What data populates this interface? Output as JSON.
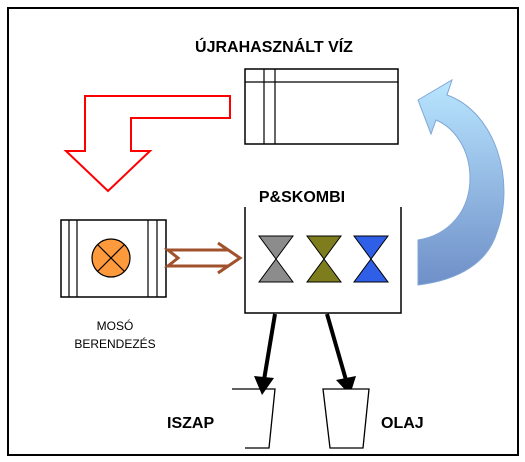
{
  "labels": {
    "recycled_water": "ÚJRAHASZNÁLT VÍZ",
    "unit_name": "P&SKOMBI",
    "washer_line1": "MOSÓ",
    "washer_line2": "BERENDEZÉS",
    "sludge": "ISZAP",
    "oil": "OLAJ"
  },
  "colors": {
    "frame": "#000000",
    "red_arrow": "#ff0000",
    "brown_arrow": "#a0522d",
    "blue_arrow_light": "#b7e3ff",
    "blue_arrow_dark": "#6a8fc6",
    "pump_fill": "#ff9a3c",
    "valve_gray": "#8c8c8c",
    "valve_olive": "#7d7d1e",
    "valve_blue": "#2f5fe6"
  },
  "icons": {
    "washer": "pump-icon",
    "valves": [
      "valve-icon",
      "valve-icon",
      "valve-icon"
    ],
    "containers": [
      "sludge-container-icon",
      "oil-container-icon"
    ]
  }
}
